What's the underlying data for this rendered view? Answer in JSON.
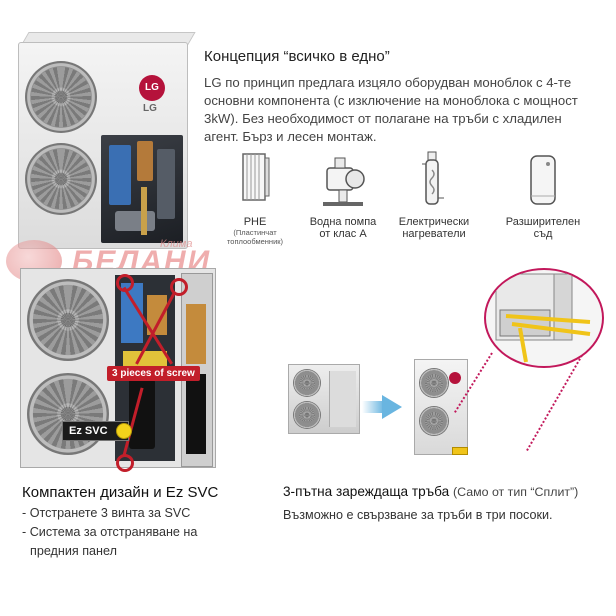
{
  "concept": {
    "title": "Концепция “всичко в едно”",
    "text": "LG по принцип предлага изцяло оборудван моноблок с 4-те основни компонента (с изключение на моноблока с мощност 3kW). Без необходимост от полагане на тръби с хладилен агент. Бърз и лесен монтаж."
  },
  "unit_logo": {
    "mark": "LG",
    "word": "LG"
  },
  "components": [
    {
      "label1": "PHE",
      "label2": "",
      "sub": "(Пластинчат топлообменник)",
      "icon": "plate-heat-exchanger-icon"
    },
    {
      "label1": "Водна помпа",
      "label2": "от клас А",
      "sub": "",
      "icon": "water-pump-icon"
    },
    {
      "label1": "Електрически",
      "label2": "нагреватели",
      "sub": "",
      "icon": "electric-heater-icon"
    },
    {
      "label1": "Разширителен",
      "label2": "съд",
      "sub": "",
      "icon": "expansion-vessel-icon"
    }
  ],
  "watermark": {
    "small": "Клима",
    "brand": "БЕЛАНИ"
  },
  "callouts": {
    "screws": "3 pieces of screw",
    "ezsvc": "Ez SVC"
  },
  "compact": {
    "title": "Компактен дизайн и Ez SVC",
    "bullets": [
      "- Отстранете 3 винта за SVC",
      "- Система за отстраняване на",
      "предния панел"
    ]
  },
  "pipe": {
    "title": "3-пътна зареждаща тръба",
    "paren": "(Само от тип “Сплит”)",
    "text": "Възможно е свързване за тръби в три посоки."
  },
  "colors": {
    "accent_red": "#c21e2a",
    "lg_red": "#b5123b",
    "arrow_blue": "#69b5e0",
    "zoom_magenta": "#c2185b"
  }
}
